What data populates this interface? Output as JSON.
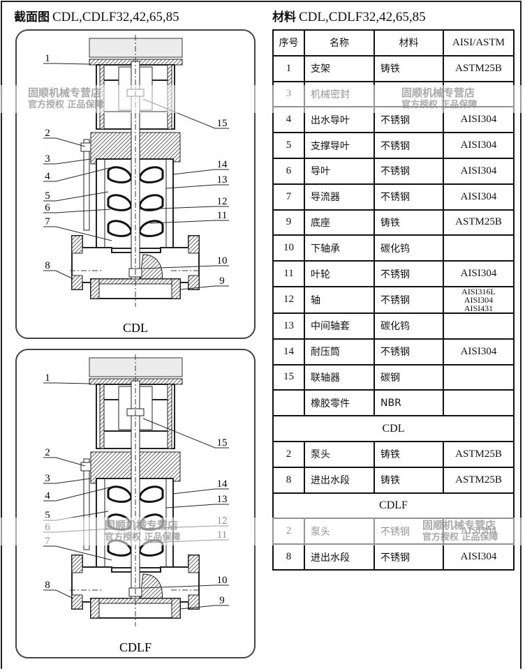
{
  "left": {
    "title_bold": "截面图",
    "title_rest": "CDL,CDLF32,42,65,85",
    "diagrams": [
      {
        "caption": "CDL",
        "callouts_left": [
          "1",
          "2",
          "3",
          "4",
          "5",
          "6",
          "7",
          "8"
        ],
        "callouts_right": [
          "15",
          "14",
          "13",
          "12",
          "11",
          "10",
          "9"
        ]
      },
      {
        "caption": "CDLF",
        "callouts_left": [
          "1",
          "2",
          "3",
          "4",
          "5",
          "6",
          "7",
          "8"
        ],
        "callouts_right": [
          "15",
          "14",
          "13",
          "12",
          "11",
          "10",
          "9"
        ]
      }
    ]
  },
  "right": {
    "title_bold": "材料",
    "title_rest": "CDL,CDLF32,42,65,85",
    "headers": [
      "序号",
      "名称",
      "材料",
      "AISI/ASTM"
    ],
    "rows": [
      {
        "no": "1",
        "name": "支架",
        "material": "铸铁",
        "std": "ASTM25B"
      },
      {
        "no": "3",
        "name": "机械密封",
        "material": "",
        "std": ""
      },
      {
        "no": "4",
        "name": "出水导叶",
        "material": "不锈钢",
        "std": "AISI304"
      },
      {
        "no": "5",
        "name": "支撑导叶",
        "material": "不锈钢",
        "std": "AISI304"
      },
      {
        "no": "6",
        "name": "导叶",
        "material": "不锈钢",
        "std": "AISI304"
      },
      {
        "no": "7",
        "name": "导流器",
        "material": "不锈钢",
        "std": "AISI304"
      },
      {
        "no": "9",
        "name": "底座",
        "material": "铸铁",
        "std": "ASTM25B"
      },
      {
        "no": "10",
        "name": "下轴承",
        "material": "碳化钨",
        "std": ""
      },
      {
        "no": "11",
        "name": "叶轮",
        "material": "不锈钢",
        "std": "AISI304"
      },
      {
        "no": "12",
        "name": "轴",
        "material": "不锈钢",
        "std": [
          "AISI316L",
          "AISI304",
          "AISI431"
        ]
      },
      {
        "no": "13",
        "name": "中间轴套",
        "material": "碳化钨",
        "std": ""
      },
      {
        "no": "14",
        "name": "耐压筒",
        "material": "不锈钢",
        "std": "AISI304"
      },
      {
        "no": "15",
        "name": "联轴器",
        "material": "碳钢",
        "std": ""
      },
      {
        "no": "",
        "name": "橡胶零件",
        "material": "NBR",
        "std": ""
      }
    ],
    "sections": [
      {
        "label": "CDL",
        "rows": [
          {
            "no": "2",
            "name": "泵头",
            "material": "铸铁",
            "std": "ASTM25B"
          },
          {
            "no": "8",
            "name": "进出水段",
            "material": "铸铁",
            "std": "ASTM25B"
          }
        ]
      },
      {
        "label": "CDLF",
        "rows": [
          {
            "no": "2",
            "name": "泵头",
            "material": "不锈钢",
            "std": "AISI304"
          },
          {
            "no": "8",
            "name": "进出水段",
            "material": "不锈钢",
            "std": "AISI304"
          }
        ]
      }
    ]
  },
  "watermark": {
    "line1": "固顺机械专营店",
    "line2": "官方授权 正品保障"
  }
}
